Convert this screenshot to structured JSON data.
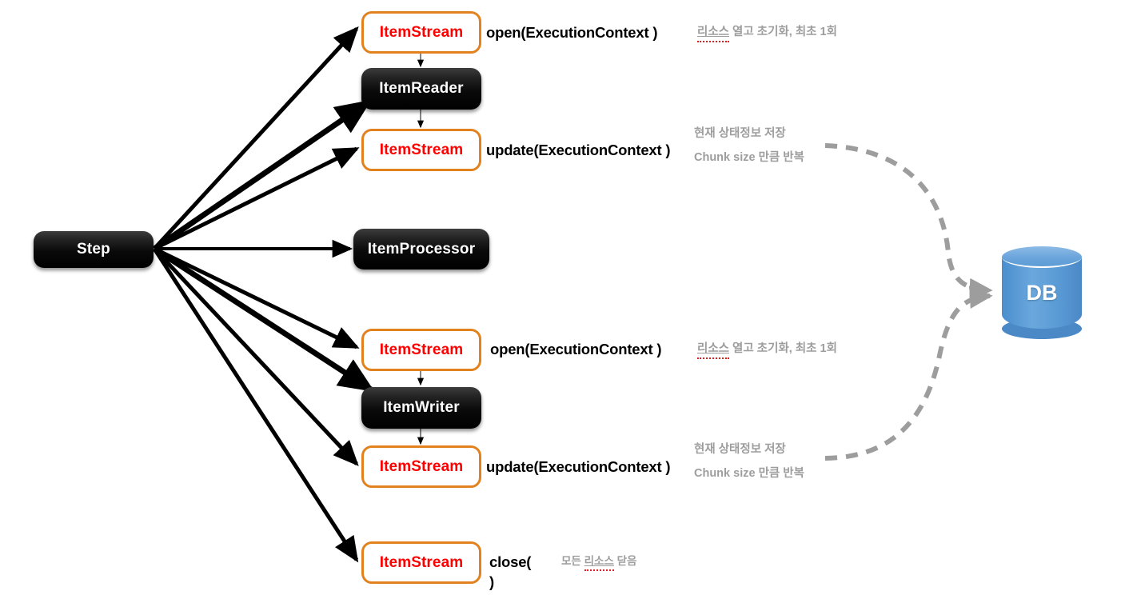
{
  "diagram": {
    "title": "Spring Batch Step / ItemStream lifecycle",
    "colors": {
      "background": "#ffffff",
      "dark_node": "#000000",
      "stream_border": "#e2821f",
      "stream_text": "#ff0000",
      "note_text": "#9d9d9d",
      "db_blue": "#5a9bd5",
      "dashed_arrow": "#9d9d9d",
      "spell_underline": "#e02020"
    }
  },
  "nodes": {
    "step": {
      "label": "Step"
    },
    "item_reader": {
      "label": "ItemReader"
    },
    "item_processor": {
      "label": "ItemProcessor"
    },
    "item_writer": {
      "label": "ItemWriter"
    },
    "db": {
      "label": "DB"
    },
    "streams": [
      {
        "label": "ItemStream"
      },
      {
        "label": "ItemStream"
      },
      {
        "label": "ItemStream"
      },
      {
        "label": "ItemStream"
      },
      {
        "label": "ItemStream"
      }
    ]
  },
  "methods": {
    "reader_open": "open(ExecutionContext )",
    "reader_update": "update(ExecutionContext )",
    "writer_open": "open(ExecutionContext )",
    "writer_update": "update(ExecutionContext )",
    "close_line1": "close(",
    "close_line2": ")"
  },
  "notes": {
    "reader_open": {
      "spell": "리소스",
      "rest": " 열고 초기화, 최초 1회"
    },
    "reader_update": {
      "line1": "현재 상태정보 저장",
      "line2": "Chunk size 만큼 반복"
    },
    "writer_open": {
      "spell": "리소스",
      "rest": " 열고 초기화, 최초 1회"
    },
    "writer_update": {
      "line1": "현재 상태정보 저장",
      "line2": "Chunk size 만큼 반복"
    },
    "close": {
      "prefix": "모든 ",
      "spell": "리소스",
      "rest": " 닫음"
    }
  }
}
